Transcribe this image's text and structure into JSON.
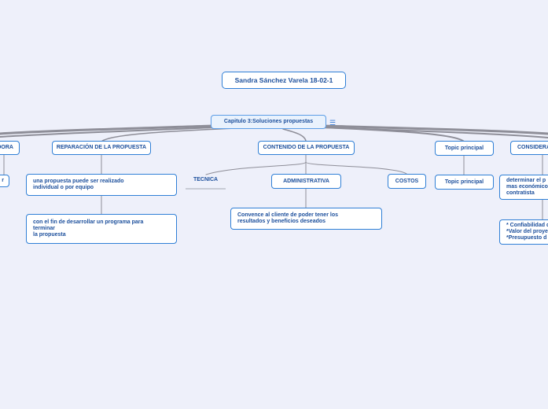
{
  "map": {
    "root_title": "Sandra Sánchez Varela 18-02-1",
    "main_topic": "Capitulo 3:Soluciones propuestas",
    "main_topic_notes_icon": "notes-icon",
    "branches": {
      "left_cut": "DORA",
      "left_cut_child": "r",
      "reparacion": {
        "title": "REPARACIÓN DE LA PROPUESTA",
        "child_1": "una propuesta puede ser realizado\nindividual o por equipo",
        "child_2": "con el fin de desarrollar un programa para\nterminar\nla propuesta"
      },
      "contenido": {
        "title": "CONTENIDO DE LA PROPUESTA",
        "tecnica": "TECNICA",
        "administrativa": "ADMINISTRATIVA",
        "administrativa_child": "Convence al cliente de poder tener los\nresultados y beneficios deseados",
        "costos": "COSTOS"
      },
      "topic_principal": {
        "title": "Topic principal",
        "child": "Topic principal"
      },
      "consideraciones": {
        "title": "CONSIDERA",
        "child_1": "determinar el p\nmas económico\ncontratista",
        "child_2": "* Confiabilidad d\n*Valor del proye\n*Presupuesto d"
      }
    }
  },
  "colors": {
    "background": "#eef0fa",
    "node_border": "#2f7fd6",
    "node_text": "#1c4f9c",
    "connector": "#8e8e98"
  }
}
